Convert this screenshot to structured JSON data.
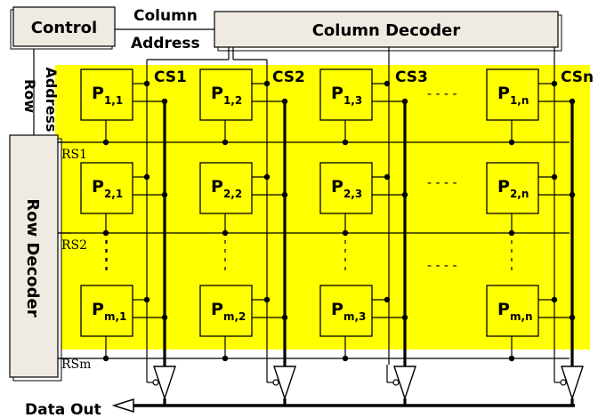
{
  "labels": {
    "control": "Control",
    "column": "Column",
    "address": "Address",
    "column_decoder": "Column Decoder",
    "row": "Row",
    "row_address": "Address",
    "row_decoder": "Row Decoder",
    "data_out": "Data Out",
    "ellipsis_h": "- - - -",
    "col_selects": [
      "CS1",
      "CS2",
      "CS3",
      "CSn"
    ],
    "row_selects": [
      "RS1",
      "RS2",
      "RSm"
    ]
  },
  "cells": [
    [
      {
        "base": "P",
        "sub": "1,1"
      },
      {
        "base": "P",
        "sub": "1,2"
      },
      {
        "base": "P",
        "sub": "1,3"
      },
      {
        "base": "P",
        "sub": "1,n"
      }
    ],
    [
      {
        "base": "P",
        "sub": "2,1"
      },
      {
        "base": "P",
        "sub": "2,2"
      },
      {
        "base": "P",
        "sub": "2,3"
      },
      {
        "base": "P",
        "sub": "2,n"
      }
    ],
    [
      {
        "base": "P",
        "sub": "m,1"
      },
      {
        "base": "P",
        "sub": "m,2"
      },
      {
        "base": "P",
        "sub": "m,3"
      },
      {
        "base": "P",
        "sub": "m,n"
      }
    ]
  ],
  "colors": {
    "array_fill": "#ffff00",
    "decoder_fill": "#f0ebe2",
    "line": "#000000"
  }
}
